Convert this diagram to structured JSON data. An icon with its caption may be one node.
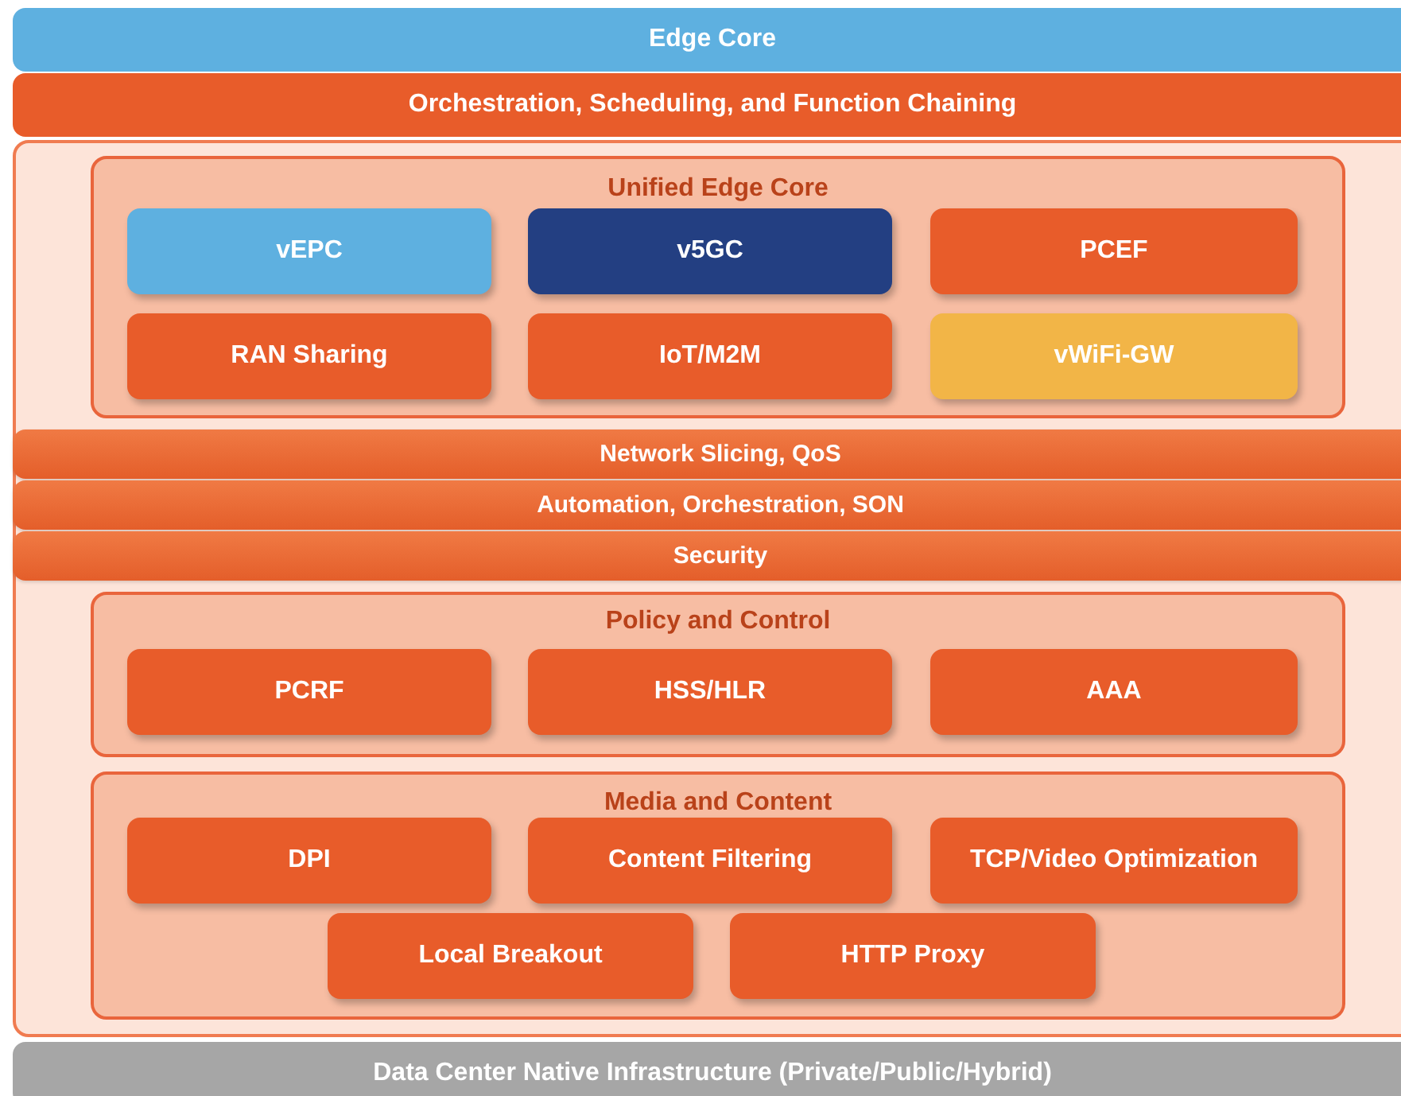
{
  "diagram": {
    "nodes": [
      {
        "text": [
          "Edge Core"
        ]
      },
      {
        "text": [
          "Orchestration, Scheduling, and Function Chaining"
        ]
      },
      {
        "text": [],
        "shape": "box"
      },
      {
        "text": [
          "Unified Edge Core"
        ],
        "in": 2
      },
      {
        "text": [
          "vEPC"
        ],
        "in": 3
      },
      {
        "text": [
          "v5GC"
        ],
        "in": 3
      },
      {
        "text": [
          "PCEF"
        ],
        "in": 3
      },
      {
        "text": [
          "RAN Sharing"
        ],
        "in": 3
      },
      {
        "text": [
          "IoT/M2M"
        ],
        "in": 3
      },
      {
        "text": [
          "vWiFi-GW"
        ],
        "in": 3
      },
      {
        "text": [
          "Network Slicing, QoS"
        ],
        "in": 2
      },
      {
        "text": [
          "Automation, Orchestration, SON"
        ],
        "in": 2
      },
      {
        "text": [
          "Security"
        ],
        "in": 2
      },
      {
        "text": [
          "Policy and Control"
        ],
        "in": 2
      },
      {
        "text": [
          "PCRF"
        ],
        "in": 13
      },
      {
        "text": [
          "HSS/HLR"
        ],
        "in": 13
      },
      {
        "text": [
          "AAA"
        ],
        "in": 13
      },
      {
        "text": [
          "Media and Content"
        ],
        "in": 2
      },
      {
        "text": [
          "DPI"
        ],
        "in": 17
      },
      {
        "text": [
          "Content Filtering"
        ],
        "in": 17
      },
      {
        "text": [
          "TCP/Video Optimization"
        ],
        "in": 17
      },
      {
        "text": [
          "Local Breakout"
        ],
        "in": 17
      },
      {
        "text": [
          "HTTP Proxy"
        ],
        "in": 17
      },
      {
        "text": [
          "Data Center Native Infrastructure (Private/Public/Hybrid)"
        ]
      }
    ]
  }
}
